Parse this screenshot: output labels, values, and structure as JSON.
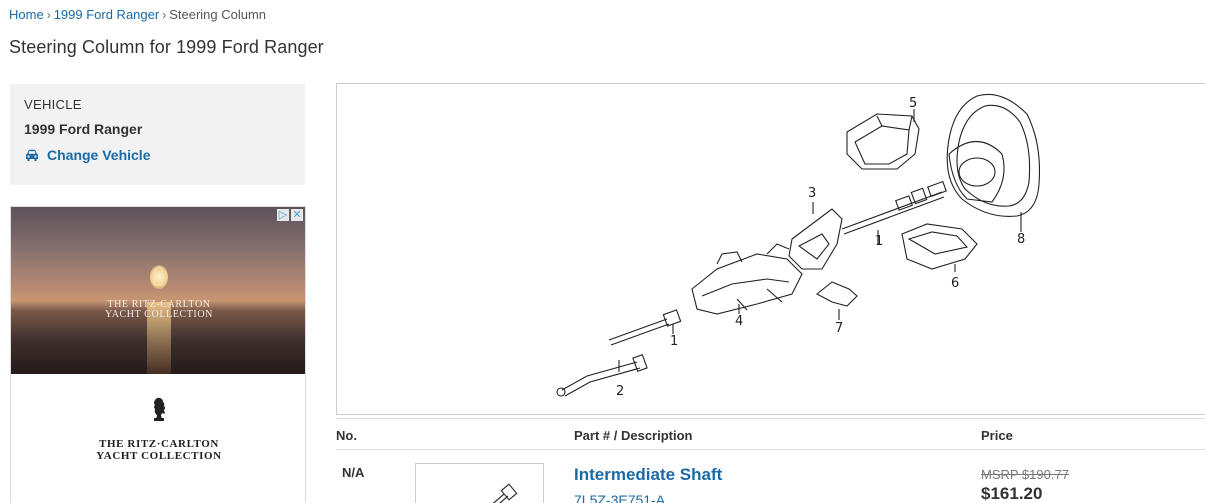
{
  "breadcrumb": {
    "items": [
      "Home",
      "1999 Ford Ranger"
    ],
    "current": "Steering Column",
    "separator": "›"
  },
  "page_title": "Steering Column for 1999 Ford Ranger",
  "vehicle": {
    "label": "VEHICLE",
    "name": "1999 Ford Ranger",
    "change_label": "Change Vehicle",
    "icon": "car-icon"
  },
  "ad": {
    "top_line1": "THE RITZ-CARLTON",
    "top_line2": "YACHT COLLECTION",
    "bottom_line1": "THE RITZ·CARLTON",
    "bottom_line2": "YACHT COLLECTION",
    "adchoices_icon": "▷",
    "close_icon": "✕"
  },
  "diagram": {
    "callouts": [
      "5",
      "3",
      "1",
      "8",
      "6",
      "4",
      "7",
      "1",
      "2"
    ]
  },
  "table": {
    "headers": {
      "no": "No.",
      "part": "Part # / Description",
      "price": "Price"
    },
    "rows": [
      {
        "no": "N/A",
        "name": "Intermediate Shaft",
        "part_number": "7L5Z-3E751-A",
        "msrp": "MSRP $190.77",
        "price": "$161.20"
      }
    ]
  },
  "colors": {
    "link": "#1b6aa5",
    "panel": "#f2f2f2"
  }
}
